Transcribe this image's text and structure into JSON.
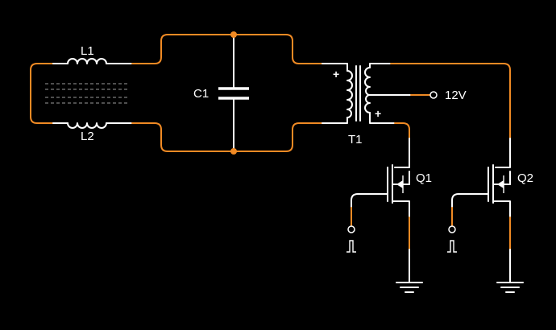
{
  "schematic": {
    "components": {
      "inductor_1": "L1",
      "inductor_2": "L2",
      "capacitor": "C1",
      "transformer": "T1",
      "transistor_1": "Q1",
      "transistor_2": "Q2"
    },
    "supply_label": "12V",
    "polarity_primary": "+",
    "polarity_secondary": "+",
    "colors": {
      "background": "#000000",
      "wire": "#ffffff",
      "highlight": "#f08a24"
    },
    "icon_names": [
      "inductor-icon",
      "capacitor-icon",
      "transformer-icon",
      "mosfet-icon",
      "ground-icon",
      "pulse-source-icon",
      "terminal-icon",
      "junction-dot-icon"
    ]
  }
}
